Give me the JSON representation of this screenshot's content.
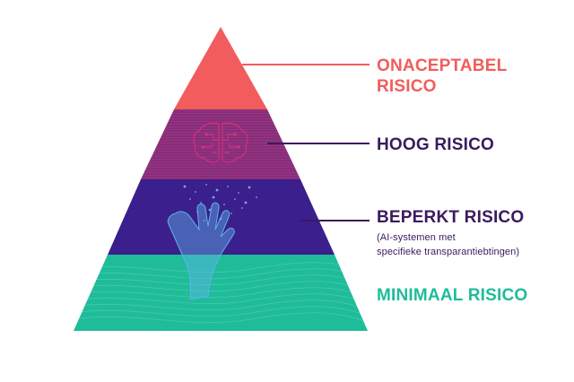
{
  "diagram": {
    "tiers": [
      {
        "id": "unacceptable",
        "label_lines": [
          "ONACEPTABEL",
          "RISICO"
        ],
        "color": "#f25c5c",
        "label_color": "#f25c5c"
      },
      {
        "id": "high",
        "label_lines": [
          "HOOG RISICO"
        ],
        "color": "#8a2c7a",
        "label_color": "#3b1a5e",
        "icon": "brain-icon"
      },
      {
        "id": "limited",
        "label_lines": [
          "BEPERKT RISICO"
        ],
        "sub_lines": [
          "(AI-systemen met",
          "specifieke transparantiebtingen)"
        ],
        "color": "#3b1f8c",
        "label_color": "#3b1a5e",
        "icon": "hand-icon"
      },
      {
        "id": "minimal",
        "label_lines": [
          "MINIMAAL RISICO"
        ],
        "color": "#1fbc9a",
        "label_color": "#1fbc9a"
      }
    ],
    "connector_colors": {
      "unacceptable": "#f25c5c",
      "high": "#3b1a5e",
      "limited": "#3b1a5e"
    },
    "hand_color": "#5db4e8",
    "brain_color": "#d0307a"
  }
}
